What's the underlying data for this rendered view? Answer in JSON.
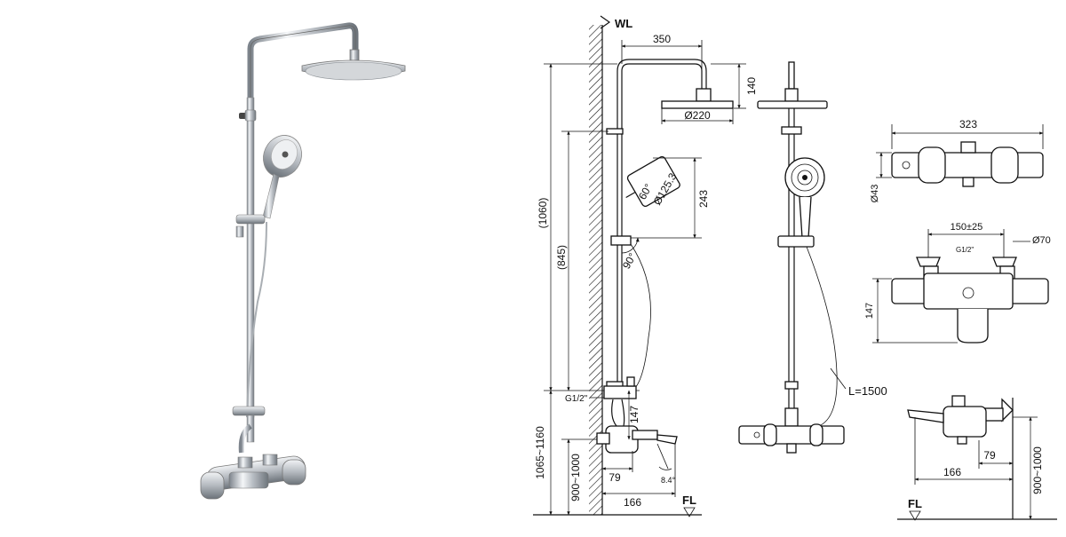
{
  "product_photo": {
    "icons": [
      "shower-column-photo"
    ]
  },
  "side_view": {
    "wall_label": "WL",
    "floor_label": "FL",
    "dims": {
      "arm_length": "350",
      "head_height": "140",
      "head_diameter": "Ø220",
      "handshower_length": "243",
      "handshower_head_diameter": "Ø125.3",
      "handshower_angle": "60°",
      "holder_swivel": "90°",
      "total_height": "(1060)",
      "holder_to_mixer": "(845)",
      "inlet_thread": "G1/2\"",
      "mixer_height": "147",
      "install_range_total": "1065~1160",
      "install_range_mixer": "900~1000",
      "spout_reach": "79",
      "projection": "166",
      "spout_angle": "8.4°"
    }
  },
  "front_view": {
    "hose_length": "L=1500"
  },
  "mixer_views": {
    "top_width": "323",
    "top_diameter": "Ø43",
    "centers": "150±25",
    "inlet_thread": "G1/2\"",
    "escutcheon_diameter": "Ø70",
    "front_height": "147",
    "side_reach": "79",
    "side_projection": "166",
    "side_floor_range": "900~1000",
    "floor_label": "FL"
  }
}
